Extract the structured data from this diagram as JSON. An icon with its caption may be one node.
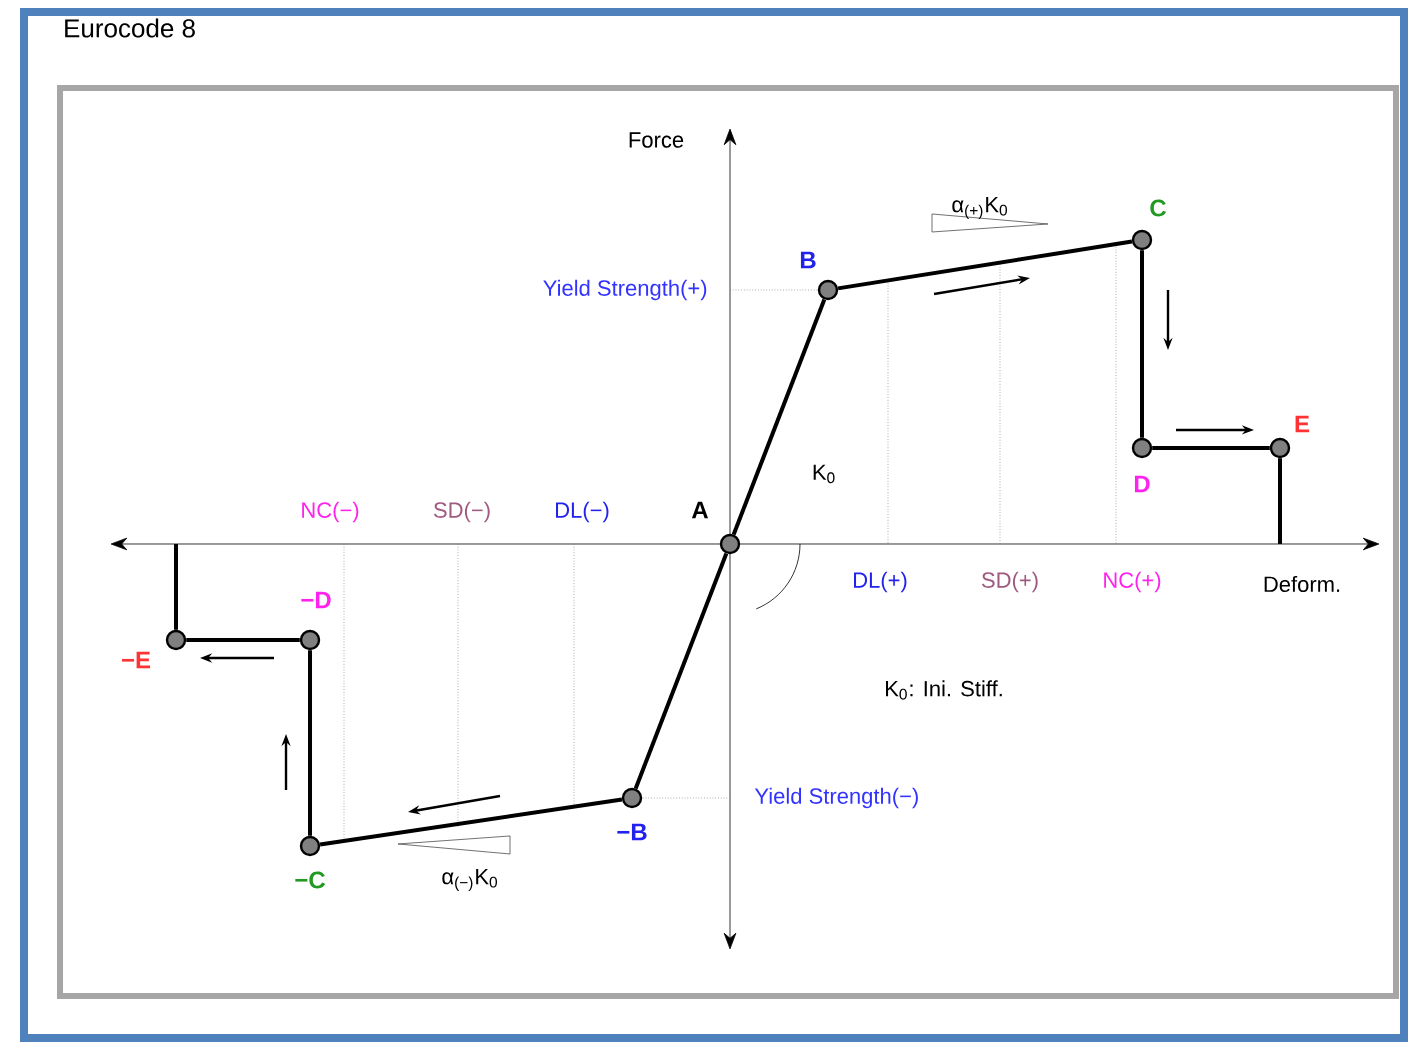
{
  "diagram": {
    "title": "Eurocode 8",
    "nodes": [
      {
        "text": [],
        "shape": "circle",
        "beside": [
          "A"
        ]
      },
      {
        "text": [],
        "shape": "circle",
        "beside": [
          "B"
        ]
      },
      {
        "text": [],
        "shape": "circle",
        "beside": [
          "C"
        ]
      },
      {
        "text": [],
        "shape": "circle",
        "beside": [
          "D"
        ]
      },
      {
        "text": [],
        "shape": "circle",
        "beside": [
          "E"
        ]
      },
      {
        "text": [],
        "shape": "circle",
        "beside": [
          "−B"
        ]
      },
      {
        "text": [],
        "shape": "circle",
        "beside": [
          "−C"
        ]
      },
      {
        "text": [],
        "shape": "circle",
        "beside": [
          "−D"
        ]
      },
      {
        "text": [],
        "shape": "circle",
        "beside": [
          "−E"
        ]
      }
    ],
    "edges": [
      {
        "from": 0,
        "to": 1,
        "arrow": "none"
      },
      {
        "from": 1,
        "to": 2,
        "arrow": "none"
      },
      {
        "from": 2,
        "to": 3,
        "arrow": "none"
      },
      {
        "from": 3,
        "to": 4,
        "arrow": "none"
      },
      {
        "from": 4,
        "to": null,
        "arrow": "none"
      },
      {
        "from": 0,
        "to": 5,
        "arrow": "none"
      },
      {
        "from": 5,
        "to": 6,
        "arrow": "none"
      },
      {
        "from": 6,
        "to": 7,
        "arrow": "none"
      },
      {
        "from": 7,
        "to": 8,
        "arrow": "none"
      },
      {
        "from": 8,
        "to": null,
        "arrow": "none"
      }
    ],
    "labels": [
      "Force",
      "α$_{(+)}$K$_{0}$",
      "Yield Strength(+)",
      "K$_{0}$",
      "NC(−)",
      "SD(−)",
      "DL(−)",
      "DL(+)",
      "SD(+)",
      "NC(+)",
      "Deform.",
      "K$_{0}$: Ini.  Stiff.",
      "Yield Strength(−)",
      "α$_{(−)}$K$_{0}$"
    ]
  }
}
